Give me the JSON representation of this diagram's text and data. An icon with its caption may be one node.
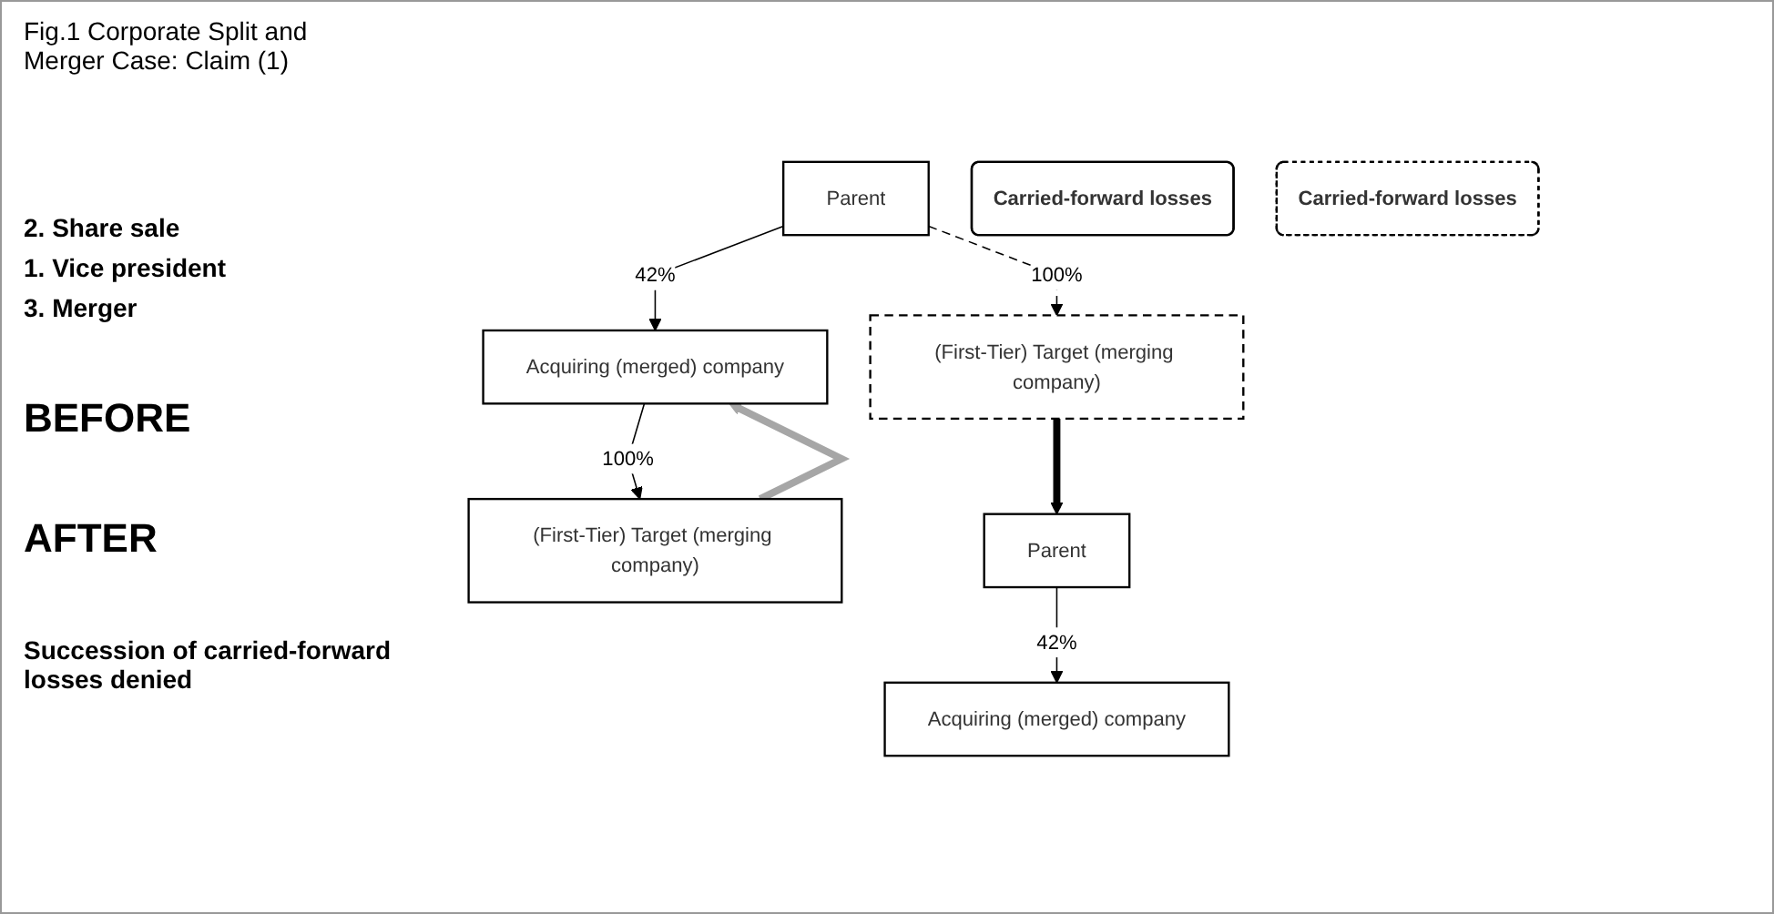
{
  "diagram": {
    "title": "Fig.1 Corporate Split and Merger Case: Claim (1)",
    "nodes": [
      {
        "text": [
          "Parent"
        ]
      },
      {
        "text": [
          "Acquiring (merged) company"
        ]
      },
      {
        "text": [
          "(First-Tier) Target (merging company)"
        ]
      },
      {
        "text": [
          "(First-Tier) Target (merging company)"
        ]
      },
      {
        "text": [
          "Carried-forward losses"
        ]
      },
      {
        "text": [
          "Parent"
        ]
      },
      {
        "text": [
          "Acquiring (merged) company"
        ]
      },
      {
        "text": [
          "Carried-forward losses"
        ]
      }
    ],
    "edges": [
      {
        "from": 0,
        "to": 1,
        "arrow": "to",
        "label": "42%"
      },
      {
        "from": 0,
        "to": 2,
        "arrow": "to",
        "label": "100%",
        "style": "dashed"
      },
      {
        "from": 1,
        "to": 3,
        "arrow": "to",
        "label": "100%"
      },
      {
        "from": 3,
        "to": 1,
        "arrow": "to",
        "style": "thick",
        "color": "#a6a6a6"
      },
      {
        "from": 2,
        "to": 5,
        "arrow": "to",
        "style": "thick",
        "color": "#000000"
      },
      {
        "from": 5,
        "to": 6,
        "arrow": "to",
        "label": "42%"
      }
    ],
    "labels": [
      "2. Share sale",
      "1. Vice president",
      "3. Merger",
      "BEFORE",
      "AFTER",
      "Succession of carried-forward losses denied"
    ]
  }
}
